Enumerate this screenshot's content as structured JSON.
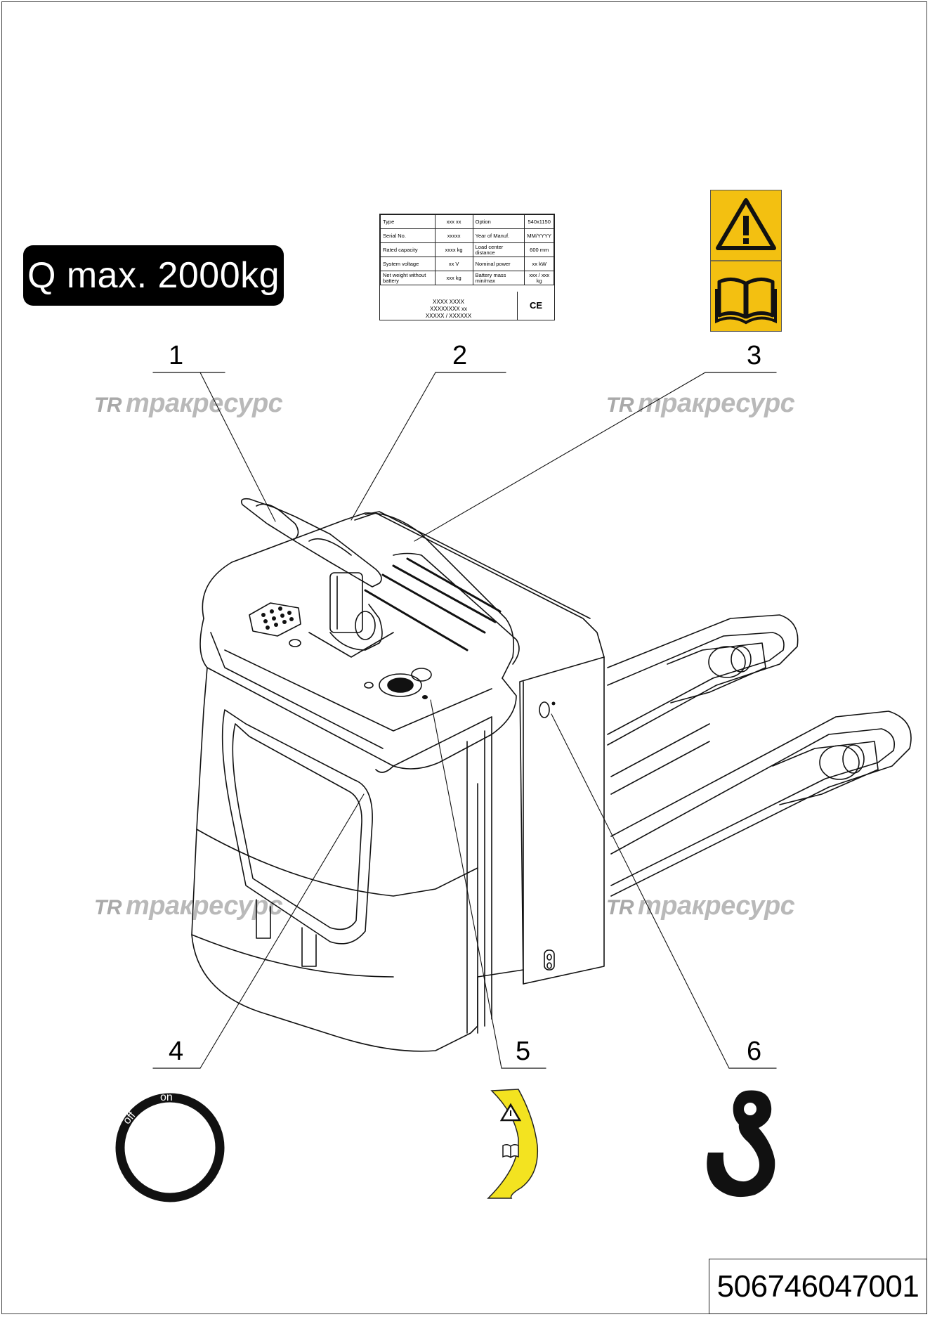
{
  "capacity_label": "Q max. 2000kg",
  "nameplate": {
    "rows": [
      [
        "Type",
        "xxx xx",
        "Option",
        "540x1150"
      ],
      [
        "Serial No.",
        "xxxxx",
        "Year of Manuf.",
        "MM/YYYY"
      ],
      [
        "Rated capacity",
        "xxxx kg",
        "Load center distance",
        "600 mm"
      ],
      [
        "System voltage",
        "xx V",
        "Nominal power",
        "xx kW"
      ],
      [
        "Net weight without battery",
        "xxx kg",
        "Battery mass min/max",
        "xxx / xxx kg"
      ]
    ],
    "address_line1": "XXXX XXXX",
    "address_line2": "XXXXXXXX xx",
    "address_line3": "XXXXX / XXXXXX",
    "ce_mark": "CE"
  },
  "callouts": [
    "1",
    "2",
    "3",
    "4",
    "5",
    "6"
  ],
  "watermark_text": "тракресурс",
  "watermark_logo": "TR",
  "switch_label_off": "off",
  "switch_label_on": "on",
  "document_code": "506746047001",
  "colors": {
    "warning_yellow": "#f3c011",
    "ink": "#111111",
    "watermark": "#b9b9b9"
  },
  "icons": [
    "warning-triangle-icon",
    "manual-book-icon",
    "off-on-switch-ring-icon",
    "lift-hook-icon"
  ]
}
